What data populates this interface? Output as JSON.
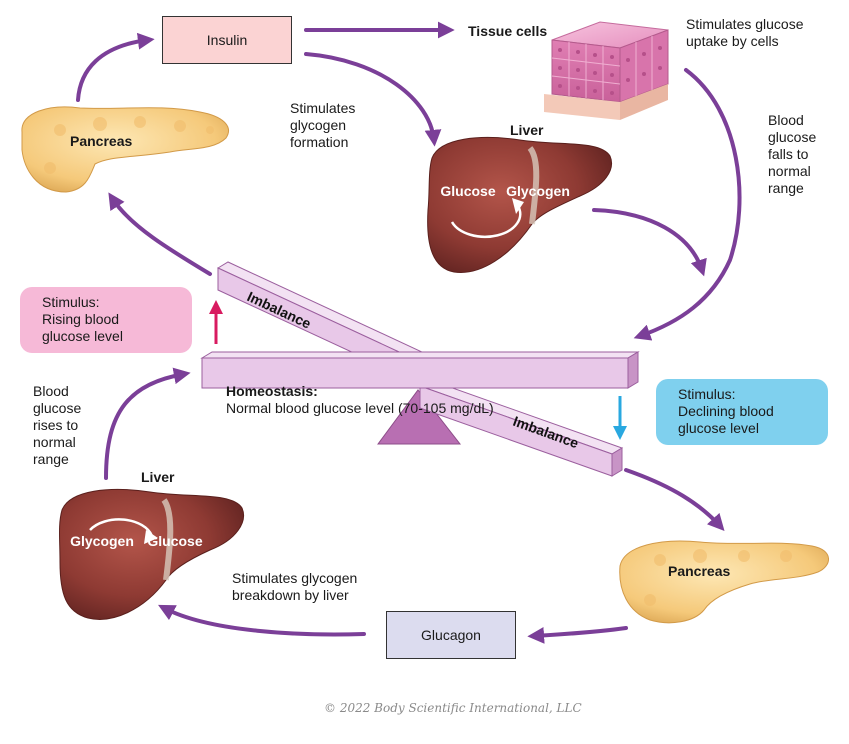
{
  "colors": {
    "arrow": "#7b3f98",
    "insulin_box_fill": "#fbd3d3",
    "glucagon_box_fill": "#dcdcef",
    "stimulus_rising_fill": "#f6b9d7",
    "stimulus_declining_fill": "#7fd0ee",
    "beam_fill": "#e8c8e8",
    "fulcrum_fill": "#b86fb2",
    "rising_arrow": "#d81b60",
    "declining_arrow": "#29a8e0"
  },
  "top_loop": {
    "hormone": "Insulin",
    "tissue_label": "Tissue cells",
    "tissue_effect": "Stimulates glucose\nuptake by cells",
    "pancreas_label": "Pancreas",
    "liver_effect": "Stimulates\nglycogen\nformation",
    "liver_label": "Liver",
    "liver_from": "Glucose",
    "liver_to": "Glycogen",
    "result": "Blood\nglucose\nfalls to\nnormal\nrange"
  },
  "balance": {
    "upper_beam_label": "Imbalance",
    "lower_beam_label": "Imbalance",
    "homeostasis_title": "Homeostasis:",
    "homeostasis_text": "Normal blood glucose level (70-105 mg/dL)",
    "stimulus_rising": "Stimulus:\nRising blood\nglucose level",
    "stimulus_declining": "Stimulus:\nDeclining blood\nglucose level"
  },
  "bottom_loop": {
    "hormone": "Glucagon",
    "pancreas_label": "Pancreas",
    "liver_label": "Liver",
    "liver_from": "Glycogen",
    "liver_to": "Glucose",
    "liver_effect": "Stimulates glycogen\nbreakdown by liver",
    "result": "Blood\nglucose\nrises to\nnormal\nrange"
  },
  "copyright": "© 2022 Body Scientific International, LLC"
}
